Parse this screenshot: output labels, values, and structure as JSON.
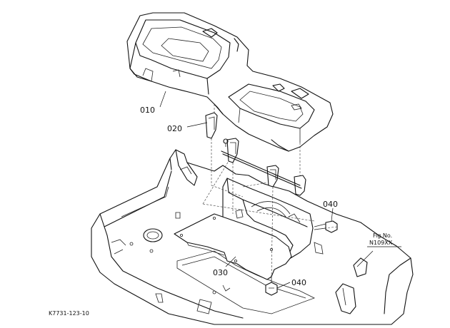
{
  "parts": [
    {
      "id": "part-010",
      "label": "010"
    },
    {
      "id": "part-020",
      "label": "020"
    },
    {
      "id": "part-040-upper",
      "label": "040"
    },
    {
      "id": "part-030",
      "label": "030"
    },
    {
      "id": "part-040-lower",
      "label": "040"
    }
  ],
  "figure_ref": {
    "line1": "Fig.No.",
    "line2": "N109XX"
  },
  "drawing_code": "K7731-123-10"
}
